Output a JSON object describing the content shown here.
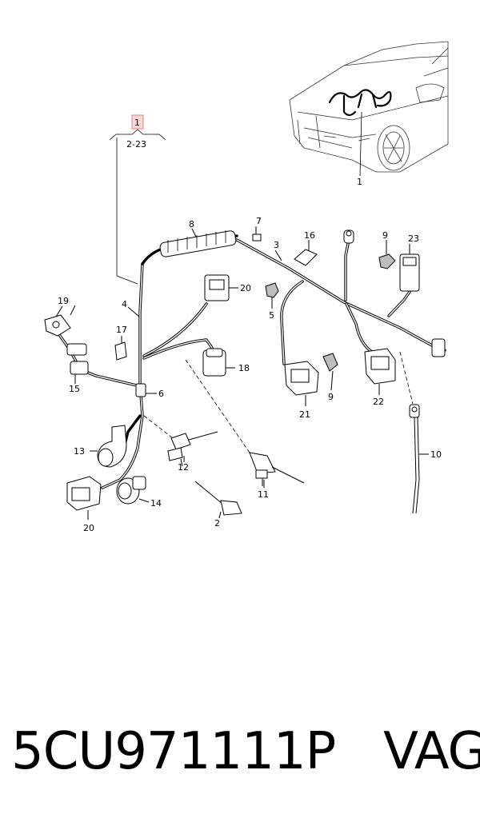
{
  "callouts": {
    "c1": "1",
    "ref": "2-23",
    "c1car": "1",
    "c2": "2",
    "c3": "3",
    "c4": "4",
    "c5": "5",
    "c6": "6",
    "c7": "7",
    "c8": "8",
    "c9a": "9",
    "c9b": "9",
    "c10": "10",
    "c11": "11",
    "c12": "12",
    "c13": "13",
    "c14": "14",
    "c15": "15",
    "c16": "16",
    "c17": "17",
    "c18": "18",
    "c19": "19",
    "c20a": "20",
    "c20b": "20",
    "c21": "21",
    "c22": "22",
    "c23": "23"
  },
  "footer": {
    "part_number": "5CU971111P",
    "brand": "VAG"
  },
  "colors": {
    "callout_box_fill": "#f7d6d9",
    "callout_box_stroke": "#d9858d"
  }
}
